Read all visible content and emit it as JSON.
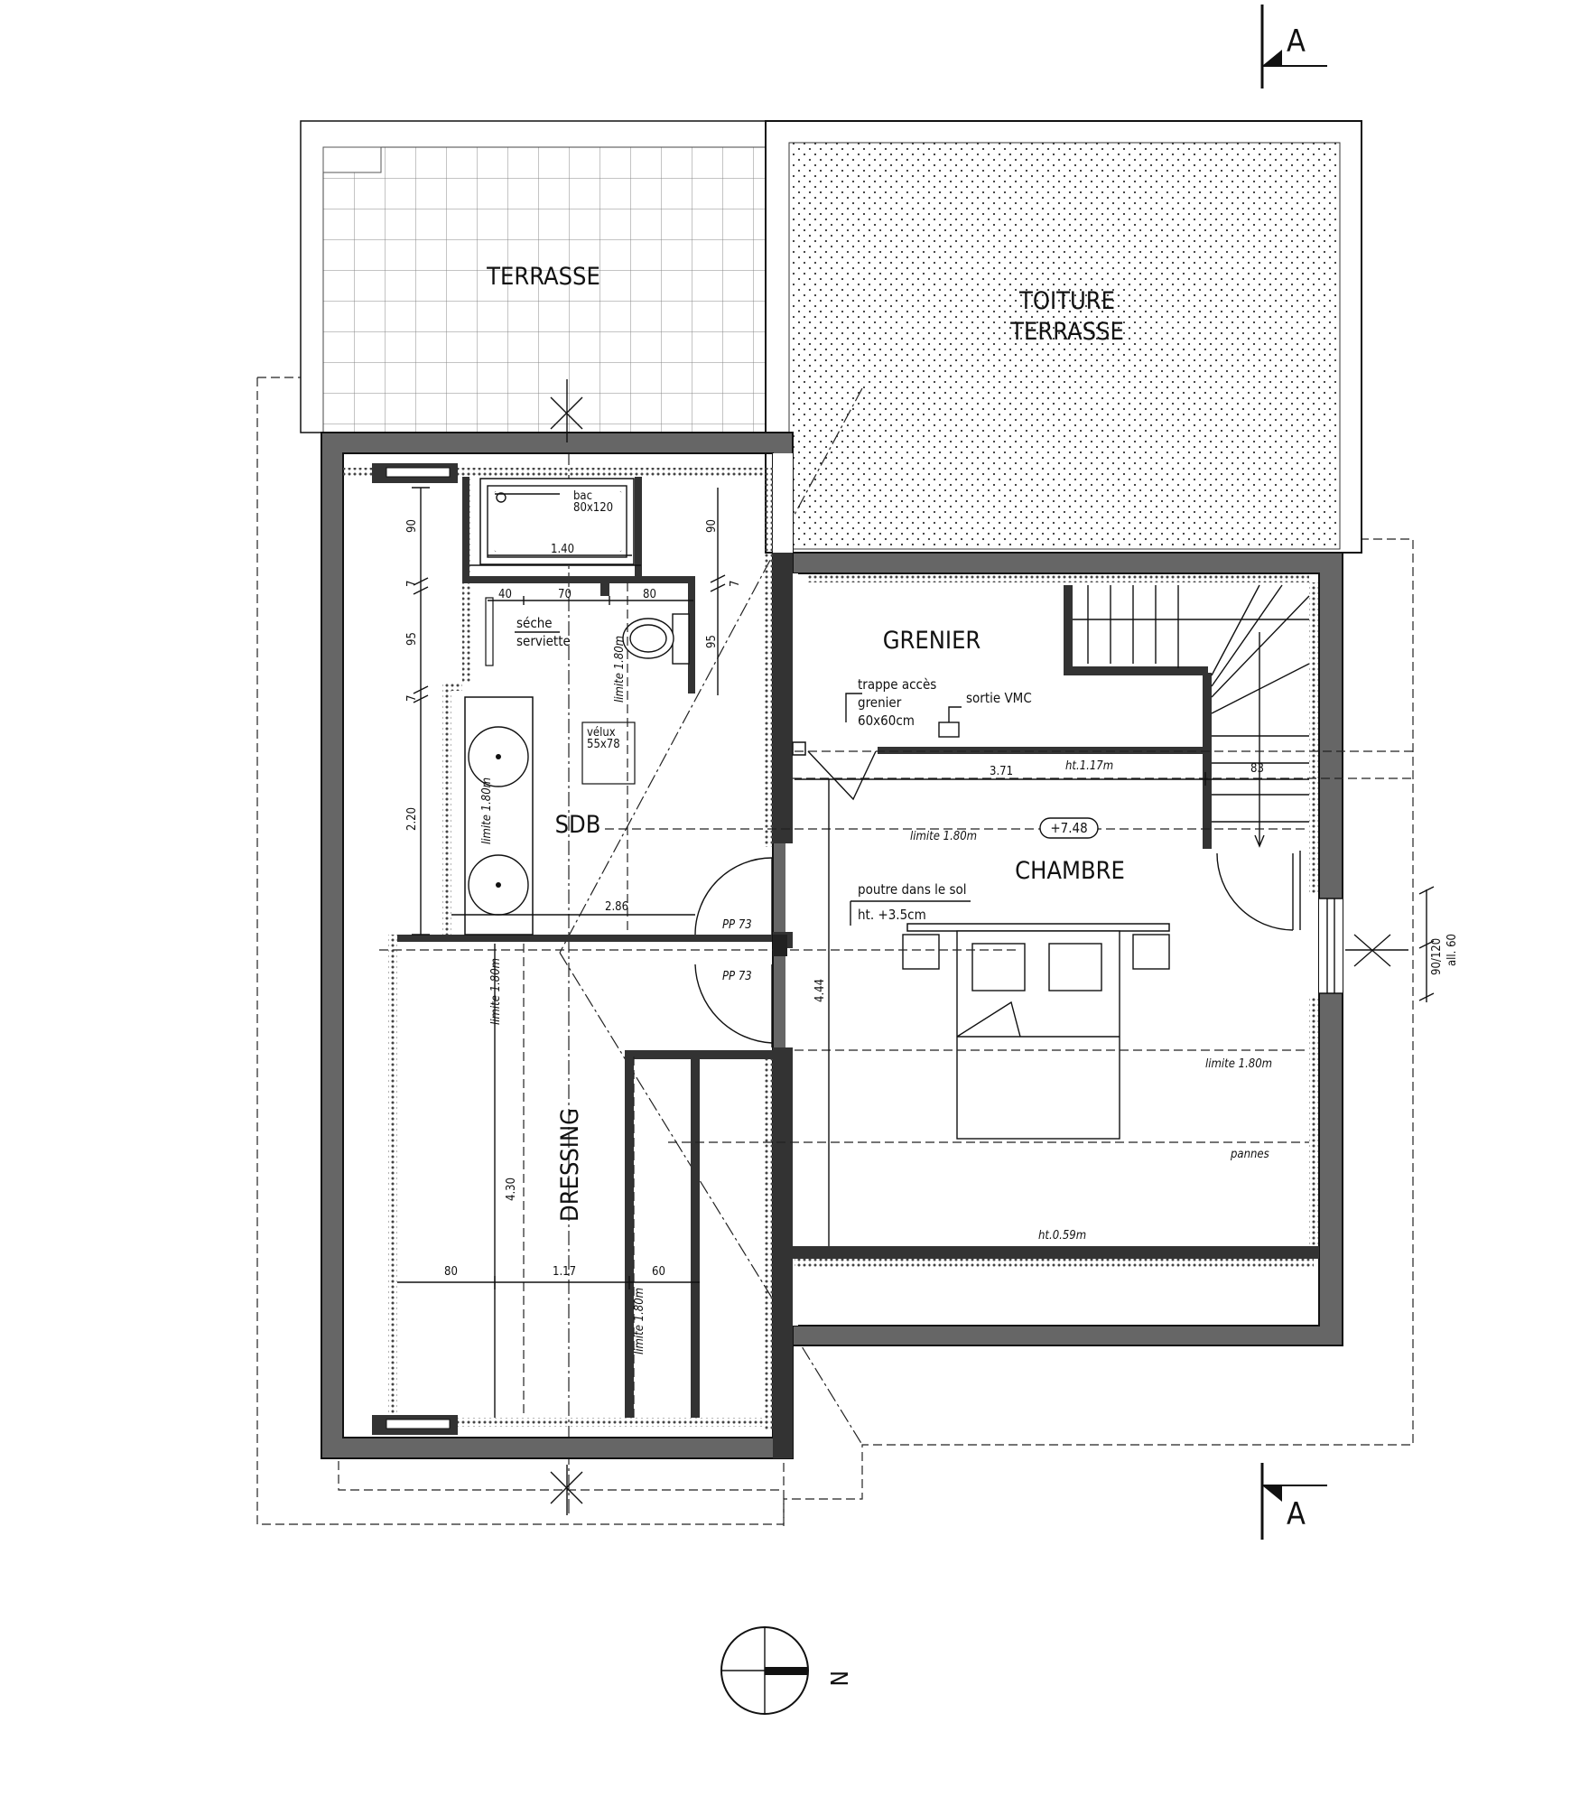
{
  "rooms": {
    "terrasse": "TERRASSE",
    "toiture_1": "TOITURE",
    "toiture_2": "TERRASSE",
    "grenier": "GRENIER",
    "sdb": "SDB",
    "chambre": "CHAMBRE",
    "dressing": "DRESSING"
  },
  "section": {
    "top": "A",
    "bottom": "A"
  },
  "labels": {
    "bac_1": "bac",
    "bac_2": "80x120",
    "seche_1": "séche",
    "seche_2": "serviette",
    "velux_1": "vélux",
    "velux_2": "55x78",
    "trappe_1": "trappe accès",
    "trappe_2": "grenier",
    "trappe_3": "60x60cm",
    "vmc": "sortie VMC",
    "level": "+7.48",
    "poutre_1": "poutre dans le sol",
    "poutre_2": "ht. +3.5cm",
    "pannes": "pannes",
    "window_1": "90/120",
    "window_2": "all. 60",
    "north": "N"
  },
  "dims": {
    "d90a": "90",
    "d7a": "7",
    "d95a": "95",
    "d7b": "7",
    "d220": "2.20",
    "d140": "1.40",
    "d40": "40",
    "d70": "70",
    "d80a": "80",
    "d90b": "90",
    "d7c": "7",
    "d95b": "95",
    "d286": "2.86",
    "d371": "3.71",
    "d83": "83",
    "d444": "4.44",
    "d430": "4.30",
    "d80b": "80",
    "d117": "1.17",
    "d60": "60",
    "ht117": "ht.1.17m",
    "ht059": "ht.0.59m",
    "pp73a": "PP 73",
    "pp73b": "PP 73",
    "lim1": "limite 1.80m",
    "lim2": "limite 1.80m",
    "lim3": "limite 1.80m",
    "lim4": "limite 1.80m",
    "lim5": "limite 1.80m",
    "lim6": "limite 1.80m"
  }
}
